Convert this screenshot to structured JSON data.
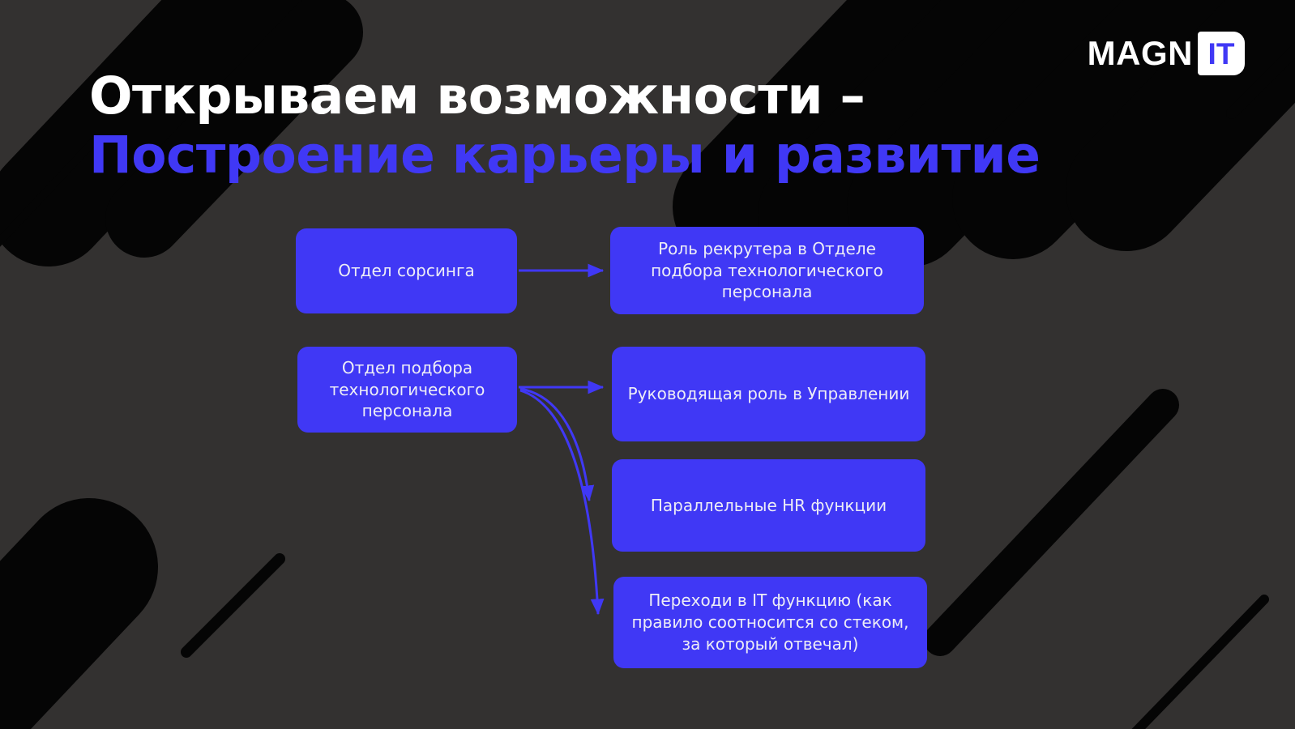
{
  "brand": {
    "logo_word": "MAGN",
    "logo_badge": "IT",
    "accent_blue": "#4038F5",
    "background": "#333130",
    "shape_black": "#050505"
  },
  "headline": {
    "line1": "Открываем возможности –",
    "line2": "Построение карьеры и развитие"
  },
  "chart_data": {
    "type": "diagram",
    "title": "Открываем возможности – Построение карьеры и развитие",
    "nodes": [
      {
        "id": "sourcing",
        "label": "Отдел сорсинга",
        "column": "left",
        "row": 1
      },
      {
        "id": "techdept",
        "label": "Отдел подбора технологического персонала",
        "column": "left",
        "row": 2
      },
      {
        "id": "recruiter",
        "label": "Роль рекрутера в Отделе подбора технологического персонала",
        "column": "right",
        "row": 1
      },
      {
        "id": "lead",
        "label": "Руководящая роль в Управлении",
        "column": "right",
        "row": 2
      },
      {
        "id": "parallel",
        "label": "Параллельные HR функции",
        "column": "right",
        "row": 3
      },
      {
        "id": "itfunc",
        "label": "Переходи в IT функцию (как правило соотносится со стеком, за который отвечал)",
        "column": "right",
        "row": 4
      }
    ],
    "edges": [
      {
        "from": "sourcing",
        "to": "recruiter",
        "style": "straight-arrow"
      },
      {
        "from": "techdept",
        "to": "lead",
        "style": "straight-arrow"
      },
      {
        "from": "techdept",
        "to": "parallel",
        "style": "curved-arrow"
      },
      {
        "from": "techdept",
        "to": "itfunc",
        "style": "curved-arrow"
      }
    ],
    "node_fill": "#4038F5",
    "node_text_color": "#EDEDF6",
    "edge_color": "#4038F5"
  },
  "nodes": {
    "sourcing": "Отдел сорсинга",
    "techdept": "Отдел подбора технологического персонала",
    "recruiter": "Роль рекрутера в Отделе подбора технологического персонала",
    "lead": "Руководящая роль в Управлении",
    "parallel": "Параллельные HR функции",
    "itfunc": "Переходи в IT функцию (как правило соотносится со стеком, за который отвечал)"
  }
}
